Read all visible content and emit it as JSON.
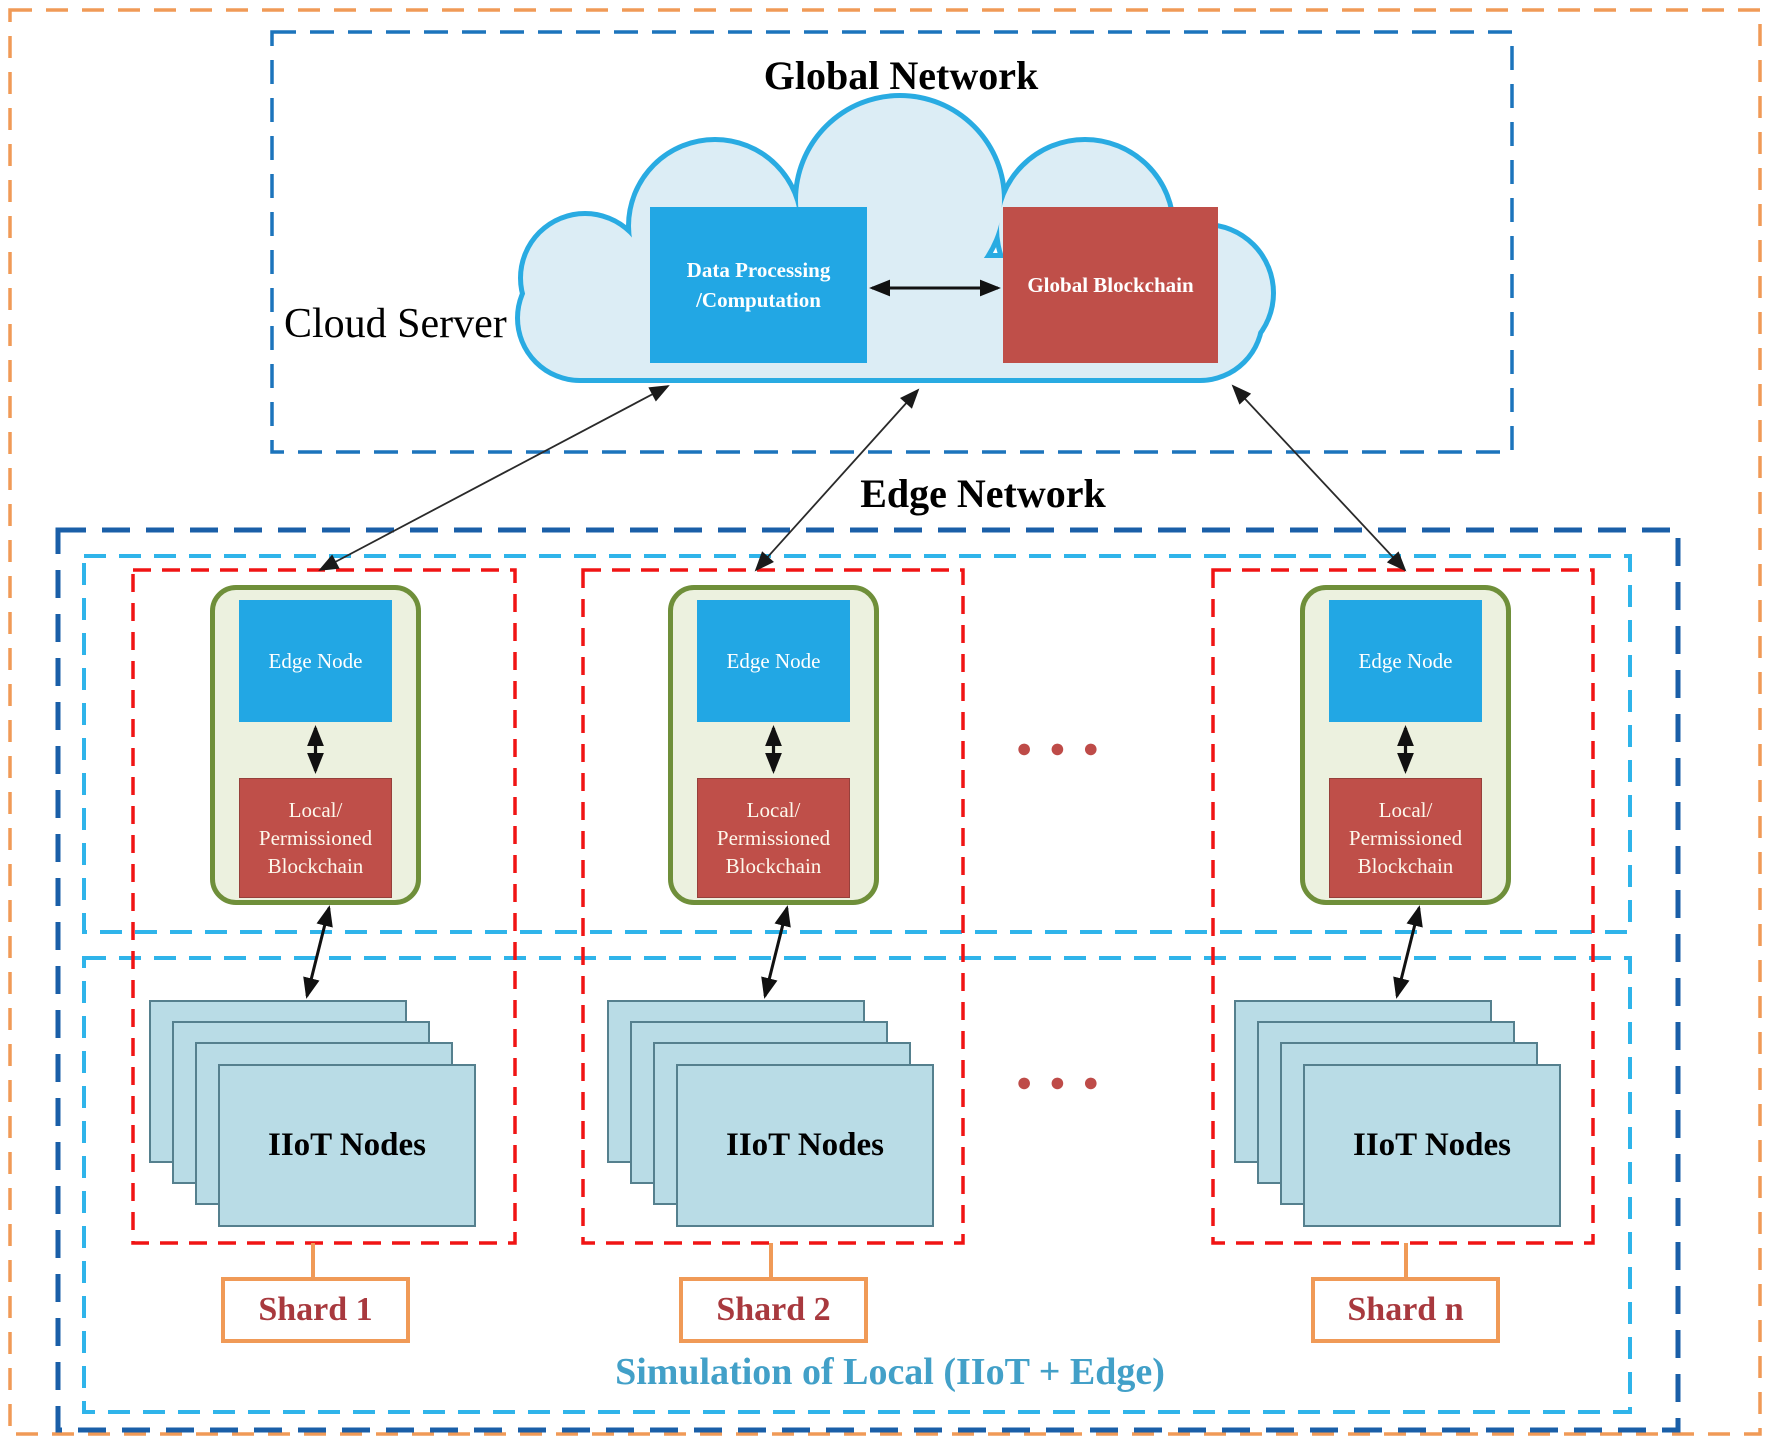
{
  "titles": {
    "global_network": "Global Network",
    "cloud_server": "Cloud Server",
    "edge_network": "Edge Network",
    "simulation": "Simulation of Local (IIoT + Edge)"
  },
  "cloud": {
    "data_processing_line1": "Data Processing",
    "data_processing_line2": "/Computation",
    "global_blockchain": "Global Blockchain"
  },
  "ellipsis": "●●●",
  "shards": [
    {
      "label": "Shard 1",
      "edge_node": "Edge Node",
      "blockchain_line1": "Local/",
      "blockchain_line2": "Permissioned",
      "blockchain_line3": "Blockchain",
      "iiot_nodes": "IIoT Nodes"
    },
    {
      "label": "Shard 2",
      "edge_node": "Edge Node",
      "blockchain_line1": "Local/",
      "blockchain_line2": "Permissioned",
      "blockchain_line3": "Blockchain",
      "iiot_nodes": "IIoT Nodes"
    },
    {
      "label": "Shard n",
      "edge_node": "Edge Node",
      "blockchain_line1": "Local/",
      "blockchain_line2": "Permissioned",
      "blockchain_line3": "Blockchain",
      "iiot_nodes": "IIoT Nodes"
    }
  ],
  "colors": {
    "outer_border_orange": "#F09A57",
    "cloud_server_box_blue": "#1C74BC",
    "edge_network_box_blue": "#1A5FA8",
    "simulation_box_cyan": "#2FB4EA",
    "shard_box_red": "#F01414",
    "cloud_border": "#29ABE2",
    "cloud_fill": "#DCEDF5",
    "node_blue": "#22A7E4",
    "blockchain_red": "#BF4F49",
    "group_green_border": "#6F8F3A",
    "group_green_fill": "#ECF1DF",
    "iiot_fill": "#B9DCE6",
    "iiot_border": "#55808E",
    "shard_label_text": "#A8393E",
    "simulation_text": "#42A0C8",
    "ellipsis_dots": "#BE4B48",
    "arrow_black": "#1a1a1a"
  }
}
